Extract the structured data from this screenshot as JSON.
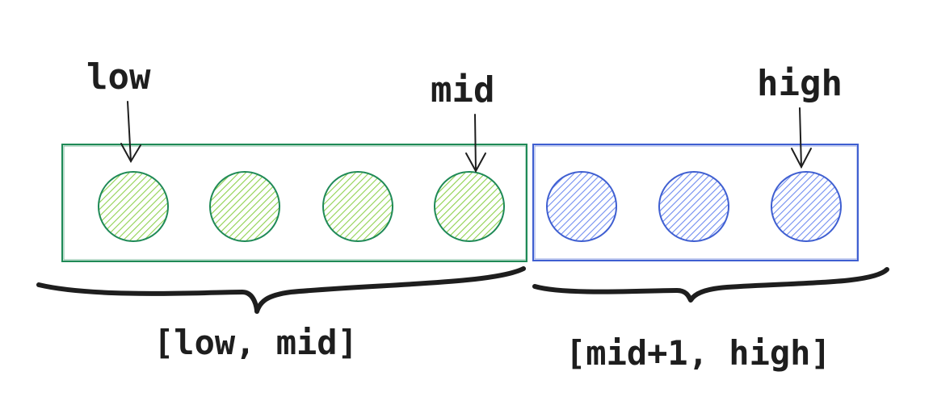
{
  "pointers": {
    "low": "low",
    "mid": "mid",
    "high": "high"
  },
  "ranges": {
    "left": "[low, mid]",
    "right": "[mid+1, high]"
  },
  "groups": {
    "left": {
      "element_count": 4,
      "stroke": "#1f8a57",
      "fill": "#8fd14f"
    },
    "right": {
      "element_count": 3,
      "stroke": "#3f5fd1",
      "fill": "#6f8cf0"
    }
  },
  "ink_color": "#1e1e1e"
}
